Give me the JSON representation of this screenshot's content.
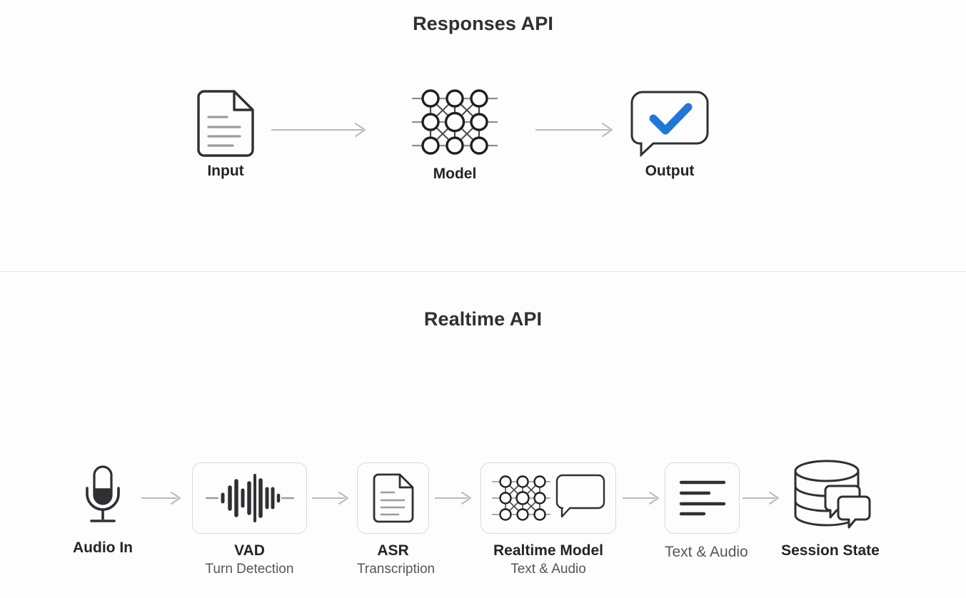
{
  "diagram": {
    "background_color": "#fdfdfd",
    "divider_color": "#e8e8e9",
    "accent_color": "#2176d9",
    "ink_color": "#2f3033",
    "muted_color": "#54565b",
    "arrow_color": "#b9babd"
  },
  "sections": [
    {
      "id": "responses",
      "title": "Responses API",
      "nodes": [
        {
          "id": "input",
          "label": "Input",
          "sublabel": "",
          "icon": "document-icon"
        },
        {
          "id": "model",
          "label": "Model",
          "sublabel": "",
          "icon": "neural-network-icon"
        },
        {
          "id": "output",
          "label": "Output",
          "sublabel": "",
          "icon": "speech-bubble-check-icon"
        }
      ],
      "arrows": 2
    },
    {
      "id": "realtime",
      "title": "Realtime API",
      "nodes": [
        {
          "id": "audio-in",
          "label": "Audio In",
          "sublabel": "",
          "icon": "microphone-icon",
          "boxed": false
        },
        {
          "id": "vad",
          "label": "VAD",
          "sublabel": "Turn Detection",
          "icon": "waveform-icon",
          "boxed": true
        },
        {
          "id": "asr",
          "label": "ASR",
          "sublabel": "Transcription",
          "icon": "document-icon",
          "boxed": true
        },
        {
          "id": "rtmodel",
          "label": "Realtime Model",
          "sublabel": "Text & Audio",
          "icon": "neural-network-bubble-icon",
          "boxed": true
        },
        {
          "id": "textaudio",
          "label": "Text & Audio",
          "sublabel": "",
          "icon": "text-lines-icon",
          "boxed": true,
          "label_weight": "regular"
        },
        {
          "id": "session",
          "label": "Session State",
          "sublabel": "",
          "icon": "database-chat-icon",
          "boxed": false
        }
      ],
      "arrows": 5
    }
  ]
}
